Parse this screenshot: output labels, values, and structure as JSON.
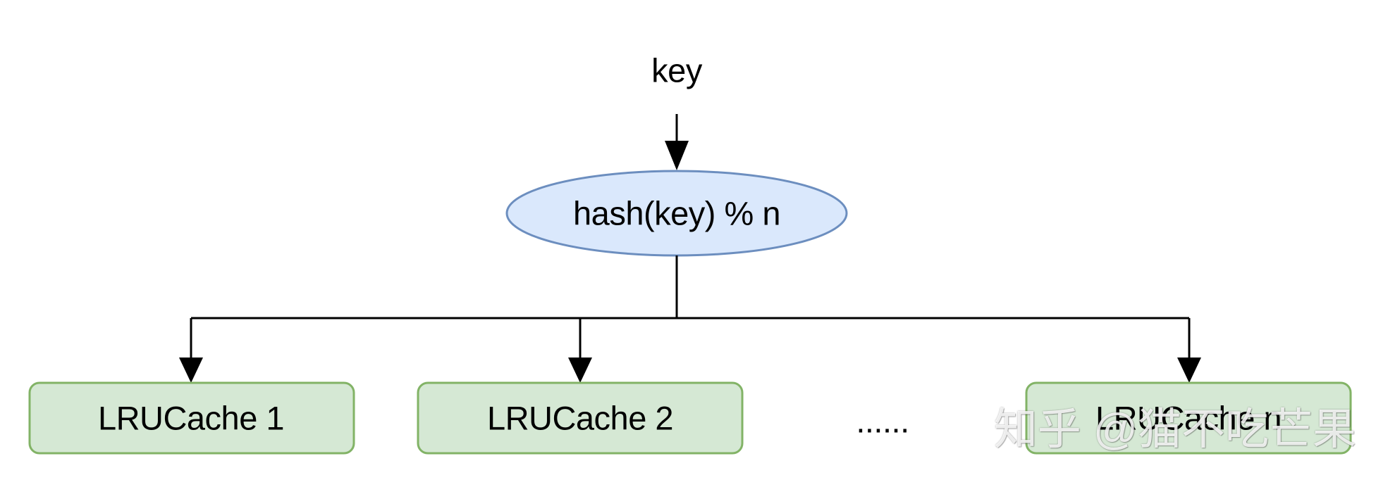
{
  "nodes": {
    "input": {
      "label": "key"
    },
    "hash": {
      "label": "hash(key) % n",
      "fill": "#dae8fc",
      "stroke": "#6c8ebf"
    },
    "cache1": {
      "label": "LRUCache 1",
      "fill": "#d5e8d4",
      "stroke": "#82b366"
    },
    "cache2": {
      "label": "LRUCache 2",
      "fill": "#d5e8d4",
      "stroke": "#82b366"
    },
    "ellipsis": {
      "label": "......"
    },
    "cacheN": {
      "label": "LRUCache n",
      "fill": "#d5e8d4",
      "stroke": "#82b366"
    }
  },
  "edges": [
    {
      "from": "input",
      "to": "hash"
    },
    {
      "from": "hash",
      "to": "cache1"
    },
    {
      "from": "hash",
      "to": "cache2"
    },
    {
      "from": "hash",
      "to": "cacheN"
    }
  ],
  "watermark": {
    "text": "知乎 @猫不吃芒果"
  }
}
